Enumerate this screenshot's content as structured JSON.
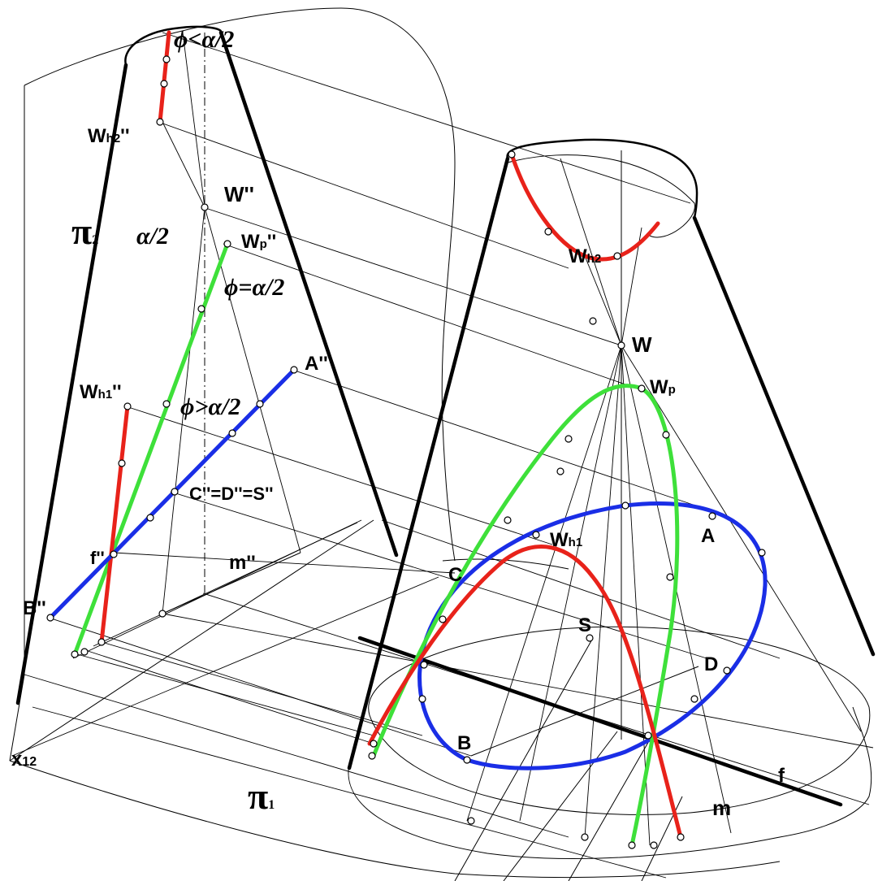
{
  "colors": {
    "ink": "#000000",
    "red": "#e8221a",
    "green": "#3ee03a",
    "blue": "#1a2ee6",
    "point_fill": "#ffffff"
  },
  "labels": {
    "pi2": "π",
    "pi2_sub": "2",
    "pi1": "π",
    "pi1_sub": "1",
    "x12": "x",
    "x12_sub": "12",
    "wh2pp": "W",
    "wh2pp_sub": "h2",
    "wh2pp_post": "''",
    "wpp": "W''",
    "wppp": "W",
    "wppp_sub": "p",
    "wppp_post": "''",
    "alpha_half": "α/2",
    "phi_less": "ϕ<α/2",
    "phi_eq": "ϕ=α/2",
    "phi_greater": "ϕ>α/2",
    "app": "A''",
    "wh1pp": "W",
    "wh1pp_sub": "h1",
    "wh1pp_post": "''",
    "cds": "C''=D''=S''",
    "fpp": "f''",
    "mpp": "m''",
    "bpp": "B''",
    "w": "W",
    "wp": "W",
    "wp_sub": "p",
    "wh2": "W",
    "wh2_sub": "h2",
    "wh1": "W",
    "wh1_sub": "h1",
    "a": "A",
    "c": "C",
    "s": "S",
    "d": "D",
    "b": "B",
    "f": "f",
    "m": "m"
  }
}
